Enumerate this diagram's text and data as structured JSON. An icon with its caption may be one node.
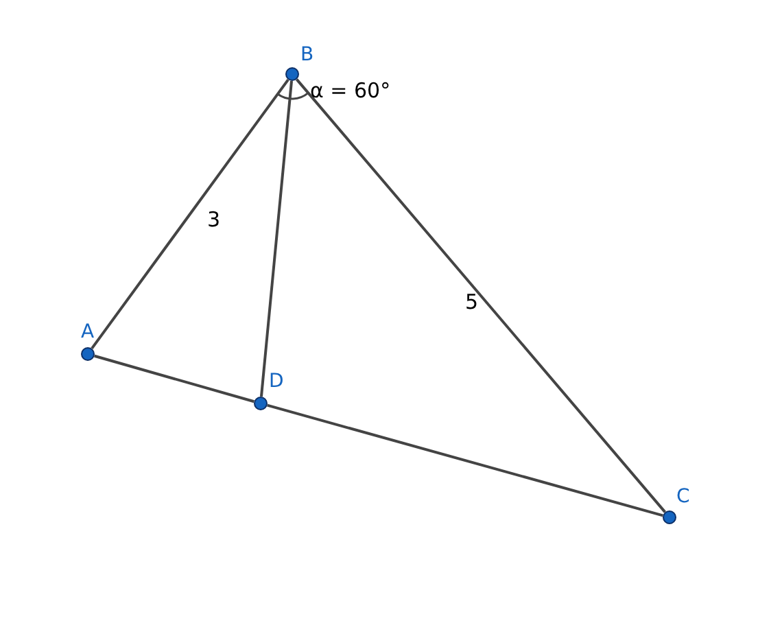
{
  "diagram": {
    "nodes": [
      {
        "text": [
          "B"
        ]
      },
      {
        "text": [
          "A"
        ]
      },
      {
        "text": [
          "D"
        ]
      },
      {
        "text": [
          "C"
        ]
      }
    ],
    "edges": [
      {
        "from": 1,
        "to": 0,
        "arrow": "none",
        "label": "3"
      },
      {
        "from": 0,
        "to": 3,
        "arrow": "none",
        "label": "5"
      },
      {
        "from": 0,
        "to": 2,
        "arrow": "none"
      },
      {
        "from": 1,
        "to": 2,
        "arrow": "none"
      },
      {
        "from": 2,
        "to": 3,
        "arrow": "none"
      }
    ],
    "labels": [
      "α = 60°"
    ]
  }
}
